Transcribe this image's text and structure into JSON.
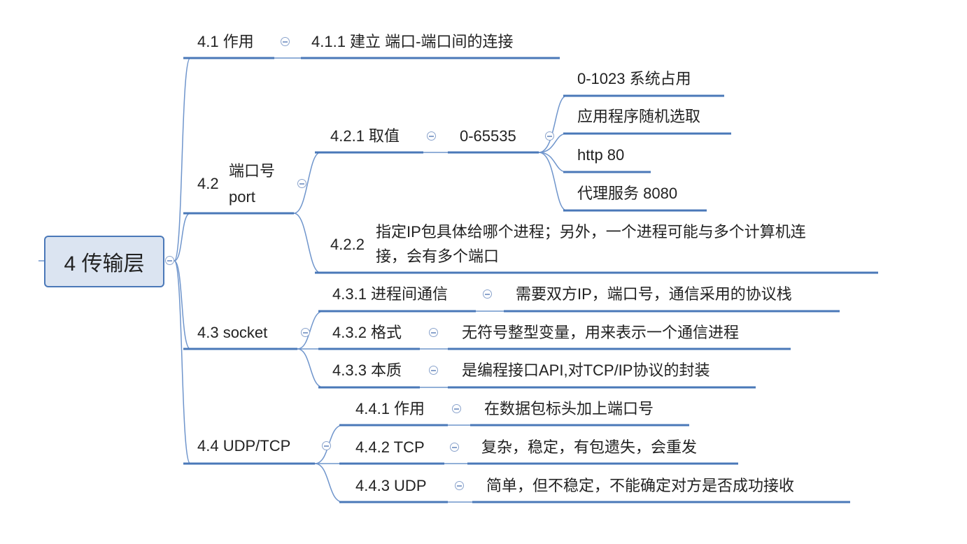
{
  "root": "4 传输层",
  "b1": {
    "label": "4.1 作用",
    "child": "4.1.1 建立 端口-端口间的连接"
  },
  "b2": {
    "num": "4.2",
    "label1": "端口号",
    "label2": "port",
    "c1": {
      "label": "4.2.1 取值",
      "value": "0-65535",
      "items": [
        "0-1023 系统占用",
        "应用程序随机选取",
        "http 80",
        "代理服务 8080"
      ]
    },
    "c2": {
      "num": "4.2.2",
      "line1": "指定IP包具体给哪个进程；另外，一个进程可能与多个计算机连",
      "line2": "接，会有多个端口"
    }
  },
  "b3": {
    "label": "4.3 socket",
    "c": [
      {
        "label": "4.3.1 进程间通信",
        "child": "需要双方IP，端口号，通信采用的协议栈"
      },
      {
        "label": "4.3.2 格式",
        "child": "无符号整型变量，用来表示一个通信进程"
      },
      {
        "label": "4.3.3 本质",
        "child": "是编程接口API,对TCP/IP协议的封装"
      }
    ]
  },
  "b4": {
    "label": "4.4 UDP/TCP",
    "c": [
      {
        "label": "4.4.1 作用",
        "child": "在数据包标头加上端口号"
      },
      {
        "label": "4.4.2 TCP",
        "child": "复杂，稳定，有包遗失，会重发"
      },
      {
        "label": "4.4.3 UDP",
        "child": "简单，但不稳定，不能确定对方是否成功接收"
      }
    ]
  }
}
